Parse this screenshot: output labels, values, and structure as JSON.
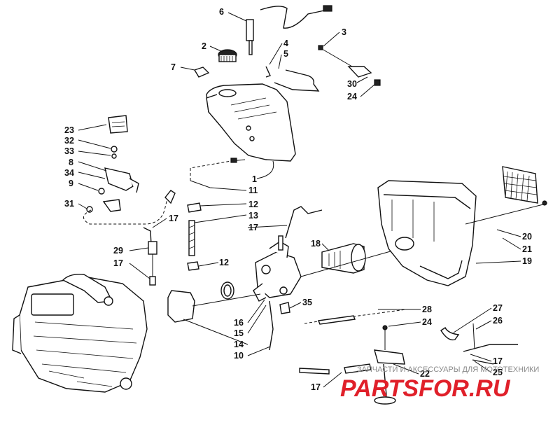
{
  "watermark": {
    "tagline": "ЗАПЧАСТИ И АКСЕССУАРЫ ДЛЯ МОТОТЕХНИКИ",
    "logo": "PARTSFOR.RU",
    "logo_color": "#e0202a"
  },
  "callouts": [
    {
      "id": "c6",
      "label": "6"
    },
    {
      "id": "c2",
      "label": "2"
    },
    {
      "id": "c3",
      "label": "3"
    },
    {
      "id": "c4",
      "label": "4"
    },
    {
      "id": "c5",
      "label": "5"
    },
    {
      "id": "c7",
      "label": "7"
    },
    {
      "id": "c30",
      "label": "30"
    },
    {
      "id": "c24a",
      "label": "24"
    },
    {
      "id": "c23",
      "label": "23"
    },
    {
      "id": "c32",
      "label": "32"
    },
    {
      "id": "c33",
      "label": "33"
    },
    {
      "id": "c8",
      "label": "8"
    },
    {
      "id": "c34",
      "label": "34"
    },
    {
      "id": "c9",
      "label": "9"
    },
    {
      "id": "c31",
      "label": "31"
    },
    {
      "id": "c1",
      "label": "1"
    },
    {
      "id": "c11",
      "label": "11"
    },
    {
      "id": "c12a",
      "label": "12"
    },
    {
      "id": "c13",
      "label": "13"
    },
    {
      "id": "c17a",
      "label": "17"
    },
    {
      "id": "c17b",
      "label": "17"
    },
    {
      "id": "c29",
      "label": "29"
    },
    {
      "id": "c17c",
      "label": "17"
    },
    {
      "id": "c18",
      "label": "18"
    },
    {
      "id": "c12b",
      "label": "12"
    },
    {
      "id": "c20",
      "label": "20"
    },
    {
      "id": "c21",
      "label": "21"
    },
    {
      "id": "c19",
      "label": "19"
    },
    {
      "id": "c35",
      "label": "35"
    },
    {
      "id": "c16",
      "label": "16"
    },
    {
      "id": "c15",
      "label": "15"
    },
    {
      "id": "c14",
      "label": "14"
    },
    {
      "id": "c10",
      "label": "10"
    },
    {
      "id": "c28",
      "label": "28"
    },
    {
      "id": "c24b",
      "label": "24"
    },
    {
      "id": "c27",
      "label": "27"
    },
    {
      "id": "c26",
      "label": "26"
    },
    {
      "id": "c17d",
      "label": "17"
    },
    {
      "id": "c25",
      "label": "25"
    },
    {
      "id": "c22",
      "label": "22"
    },
    {
      "id": "c17e",
      "label": "17"
    }
  ]
}
